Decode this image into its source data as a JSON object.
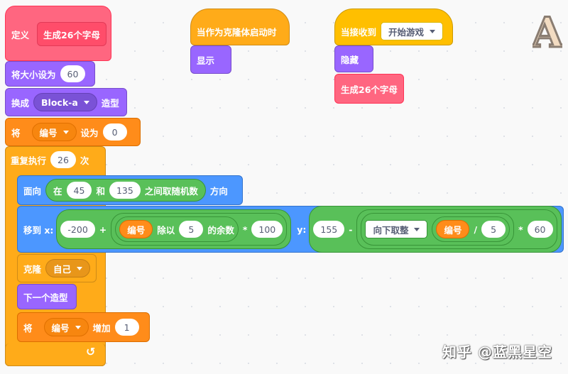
{
  "define": {
    "label": "定义",
    "name": "生成26个字母"
  },
  "set_size": {
    "label": "将大小设为",
    "value": "60"
  },
  "switch_costume": {
    "label": "换成",
    "costume": "Block-a",
    "suffix": "造型"
  },
  "set_var": {
    "label": "将",
    "var": "编号",
    "mid": "设为",
    "value": "0"
  },
  "repeat": {
    "label": "重复执行",
    "count": "26",
    "suffix": "次"
  },
  "point_dir": {
    "label": "面向",
    "op_in": "在",
    "from": "45",
    "and": "和",
    "to": "135",
    "op_suffix": "之间取随机数",
    "suffix": "方向"
  },
  "goto_xy": {
    "label": "移到 x:",
    "x_base": "-200",
    "plus": "+",
    "var": "编号",
    "mod": "除以",
    "mod_by": "5",
    "mod_suffix": "的余数",
    "times": "*",
    "x_mult": "100",
    "y_label": "y:",
    "y_base": "155",
    "minus": "-",
    "floor": "向下取整",
    "div": "/",
    "div_by": "5",
    "y_times": "*",
    "y_mult": "60"
  },
  "clone": {
    "label": "克隆",
    "target": "自己"
  },
  "next_costume": {
    "label": "下一个造型"
  },
  "change_var": {
    "label": "将",
    "var": "编号",
    "mid": "增加",
    "value": "1"
  },
  "clone_hat": {
    "label": "当作为克隆体启动时",
    "show": "显示"
  },
  "receive_hat": {
    "label": "当接收到",
    "message": "开始游戏",
    "hide": "隐藏",
    "call": "生成26个字母"
  },
  "logo_letter": "A",
  "watermark": "知乎 @蓝黑星空",
  "colors": {
    "control": "#FFAB19",
    "looks": "#9966FF",
    "variables": "#FF8C1A",
    "motion": "#4C97FF",
    "myblocks": "#FF6680",
    "events": "#FFBF00",
    "operators": "#59C059"
  }
}
